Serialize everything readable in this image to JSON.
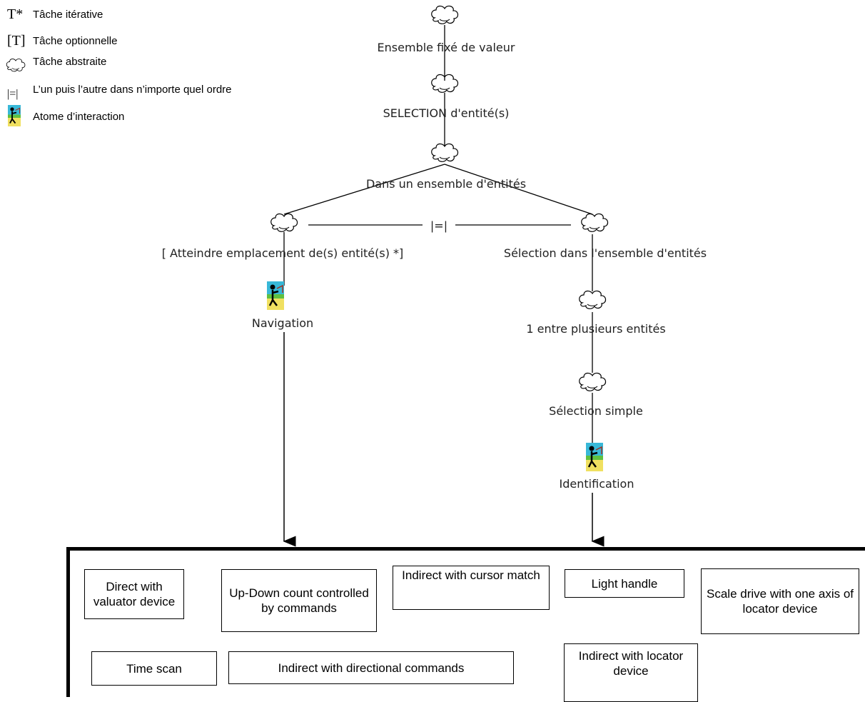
{
  "legend": [
    {
      "symbol": "T*",
      "label": "Tâche itérative",
      "icon": "iterative-task-symbol"
    },
    {
      "symbol": "[T]",
      "label": "Tâche optionnelle",
      "icon": "optional-task-symbol"
    },
    {
      "symbol": "",
      "label": "Tâche abstraite",
      "icon": "cloud-icon"
    },
    {
      "symbol": "|=|",
      "label": "L’un puis l’autre dans n’importe quel ordre",
      "icon": "order-independence-symbol"
    },
    {
      "symbol": "",
      "label": "Atome d’interaction",
      "icon": "interaction-atom-icon"
    }
  ],
  "tree": {
    "root": "Ensemble fixé de valeur",
    "selection": "SELECTION d'entité(s)",
    "set": "Dans un ensemble d'entités",
    "operator": "|=|",
    "left_task": "[ Atteindre emplacement de(s) entité(s) *]",
    "navigation": "Navigation",
    "right_task": "Sélection dans l'ensemble d'entités",
    "one_among": "1 entre plusieurs entités",
    "simple": "Sélection simple",
    "identification": "Identification"
  },
  "techniques": {
    "direct_valuator": "Direct with valuator device",
    "up_down": "Up-Down count controlled by commands",
    "cursor_match": "Indirect with cursor match",
    "light_handle": "Light handle",
    "scale_drive": "Scale drive with one axis of locator device",
    "time_scan": "Time scan",
    "directional": "Indirect with directional commands",
    "locator": "Indirect with locator device"
  }
}
